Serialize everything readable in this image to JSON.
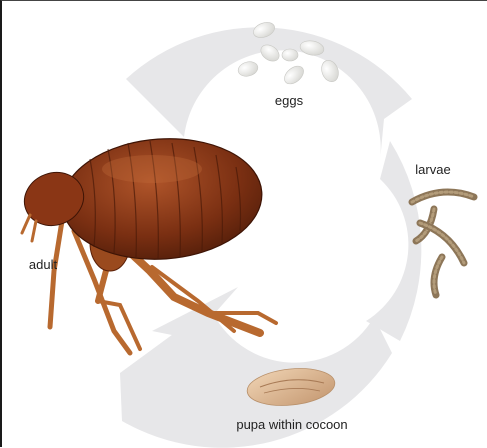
{
  "diagram": {
    "stages": [
      {
        "id": "eggs",
        "label": "eggs"
      },
      {
        "id": "larvae",
        "label": "larvae"
      },
      {
        "id": "pupa",
        "label": "pupa within cocoon"
      },
      {
        "id": "adult",
        "label": "adult"
      }
    ],
    "colors": {
      "ring": "#e7e7e9",
      "egg": "#f4f4f2",
      "larva": "#8d7658",
      "cocoon": "#d9b48f",
      "flea_body": "#7a2f12",
      "flea_legs": "#b8692f"
    }
  }
}
